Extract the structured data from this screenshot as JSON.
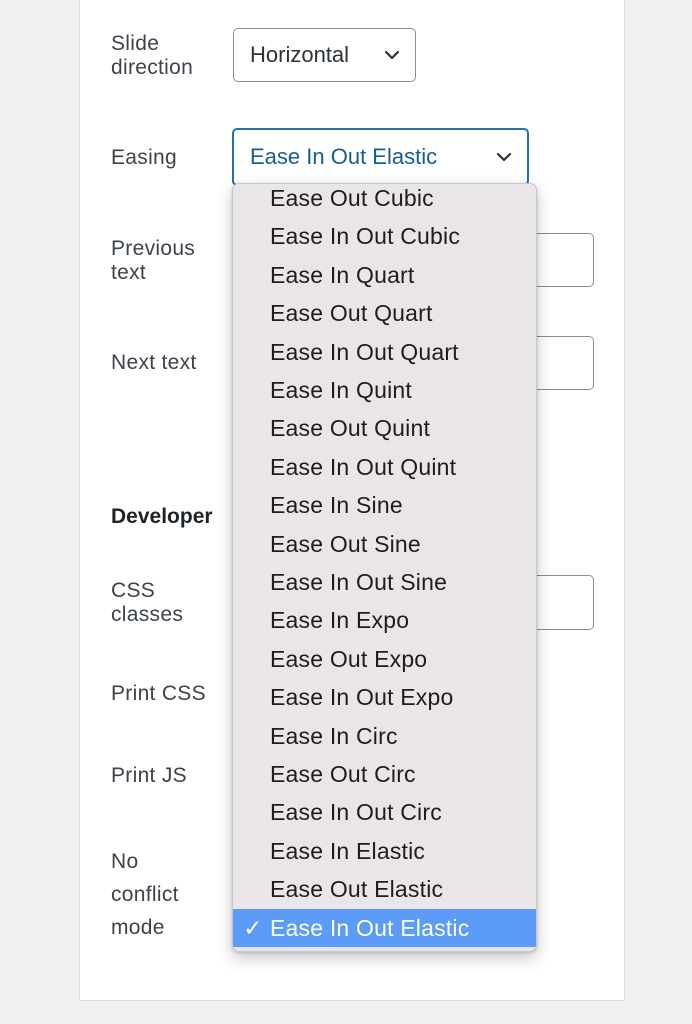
{
  "fields": {
    "slide_direction": {
      "label": "Slide\ndirection",
      "value": "Horizontal"
    },
    "easing": {
      "label": "Easing",
      "value": "Ease In Out Elastic"
    },
    "previous_text": {
      "label": "Previous\ntext"
    },
    "next_text": {
      "label": "Next text"
    },
    "css_classes": {
      "label": "CSS\nclasses"
    },
    "print_css": {
      "label": "Print CSS"
    },
    "print_js": {
      "label": "Print JS"
    },
    "no_conflict_mode": {
      "label": "No\nconflict\nmode"
    }
  },
  "developer_heading": "Developer",
  "easing_dropdown": {
    "selected_index": 19,
    "check_glyph": "✓",
    "options": [
      "Ease Out Cubic",
      "Ease In Out Cubic",
      "Ease In Quart",
      "Ease Out Quart",
      "Ease In Out Quart",
      "Ease In Quint",
      "Ease Out Quint",
      "Ease In Out Quint",
      "Ease In Sine",
      "Ease Out Sine",
      "Ease In Out Sine",
      "Ease In Expo",
      "Ease Out Expo",
      "Ease In Out Expo",
      "Ease In Circ",
      "Ease Out Circ",
      "Ease In Out Circ",
      "Ease In Elastic",
      "Ease Out Elastic",
      "Ease In Out Elastic"
    ]
  },
  "colors": {
    "accent": "#2271b1",
    "selected_option": "#5b9cf8",
    "dropdown_bg": "#e9e5e9"
  }
}
